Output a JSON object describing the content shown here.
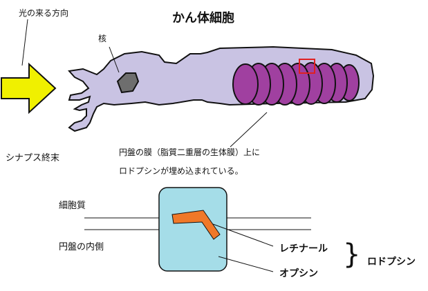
{
  "title": "かん体細胞",
  "labels": {
    "light_direction": "光の来る方向",
    "nucleus": "核",
    "synaptic_terminal": "シナプス終末",
    "disk_note_line1": "円盤の膜（脂質二重層の生体膜）上に",
    "disk_note_line2": "ロドプシンが埋め込まれている。",
    "cytoplasm": "細胞質",
    "disk_inside": "円盤の内側",
    "retinal": "レチナール",
    "opsin": "オプシン",
    "rhodopsin": "ロドプシン",
    "brace": "}"
  },
  "colors": {
    "cell_fill": "#c9c3e3",
    "disk_fill": "#a040a0",
    "nucleus_fill": "#6e6e6e",
    "arrow_fill": "#f0f000",
    "highlight_box": "#e02020",
    "opsin_fill": "#a5dde8",
    "retinal_fill": "#f07828"
  }
}
